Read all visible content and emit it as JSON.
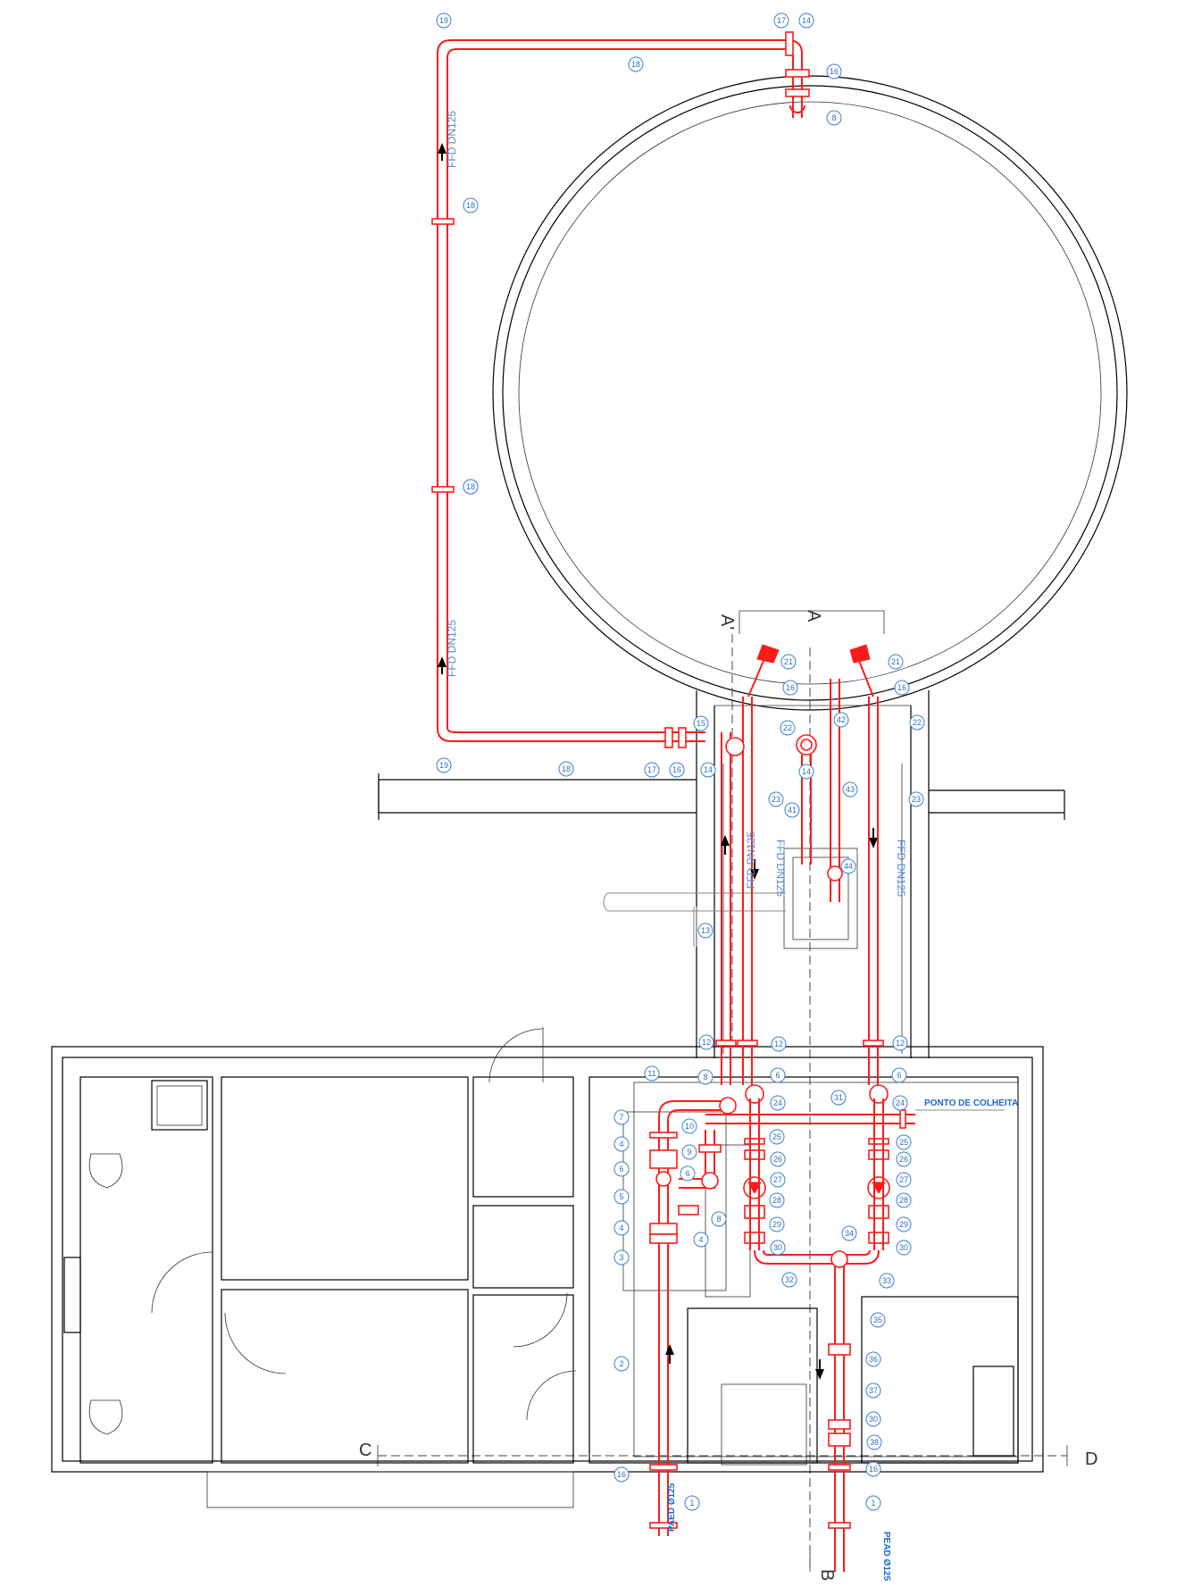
{
  "labels": {
    "ffd_left_top": "FFD DN125",
    "ffd_left_bottom": "FFD DN125",
    "ffd_shaft_left": "FFD DN125",
    "ffd_shaft_mid": "FFD DN125",
    "ffd_shaft_right": "FFD DN125",
    "ponto_colheita": "PONTO DE COLHEITA",
    "paed_left": "PAED Ø125",
    "paed_right": "PEAD Ø125",
    "section_a": "A",
    "section_a_prime": "A'",
    "section_b": "B",
    "section_c": "C",
    "section_d": "D"
  },
  "callouts": [
    "19",
    "17",
    "14",
    "16",
    "18",
    "8",
    "18",
    "18",
    "18",
    "19",
    "17",
    "16",
    "18",
    "15",
    "14",
    "21",
    "16",
    "22",
    "21",
    "16",
    "22",
    "14",
    "42",
    "43",
    "41",
    "44",
    "23",
    "23",
    "13",
    "12",
    "12",
    "12",
    "11",
    "8",
    "6",
    "24",
    "6",
    "24",
    "31",
    "7",
    "10",
    "9",
    "25",
    "25",
    "4",
    "6",
    "26",
    "26",
    "6",
    "27",
    "27",
    "28",
    "28",
    "5",
    "8",
    "4",
    "29",
    "29",
    "4",
    "30",
    "30",
    "34",
    "3",
    "32",
    "33",
    "35",
    "36",
    "2",
    "37",
    "30",
    "38",
    "16",
    "16",
    "1",
    "1"
  ],
  "colors": {
    "pipe": "#ff1a1a",
    "callout": "#2f6fc0",
    "wall": "#000000"
  }
}
